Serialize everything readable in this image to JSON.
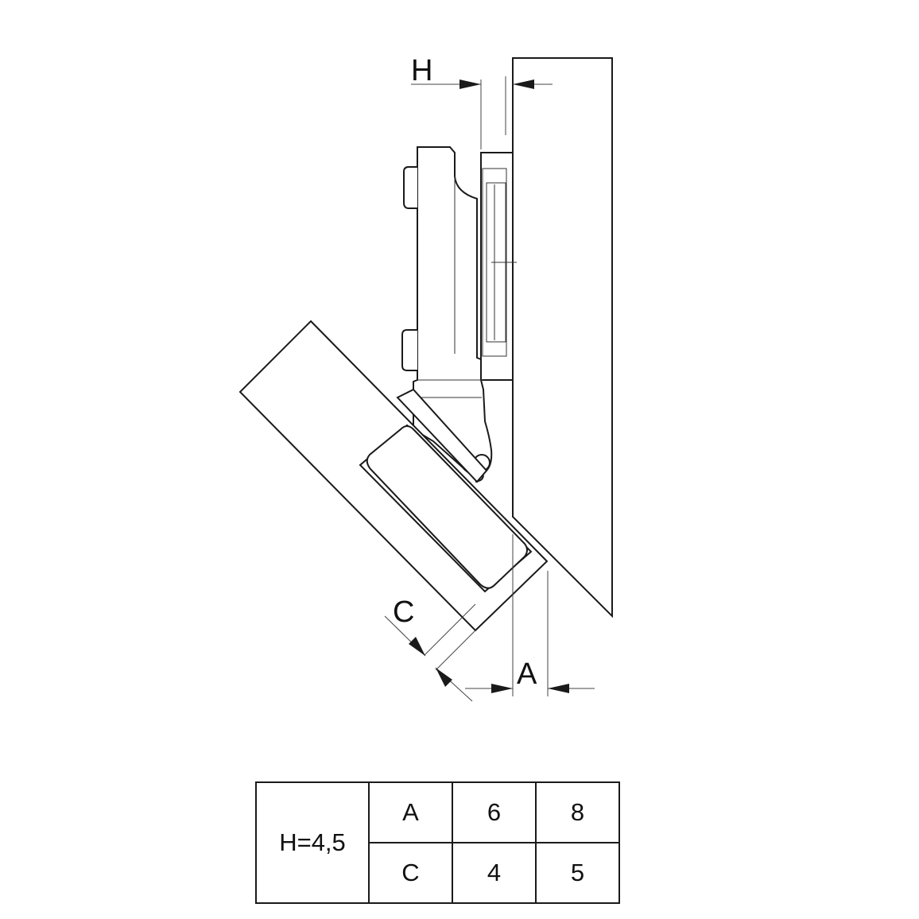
{
  "diagram": {
    "labels": {
      "h": "H",
      "a": "A",
      "c": "C"
    }
  },
  "table": {
    "h_value": "H=4,5",
    "rows": [
      {
        "param": "A",
        "values": [
          "6",
          "8"
        ]
      },
      {
        "param": "C",
        "values": [
          "4",
          "5"
        ]
      }
    ]
  },
  "colors": {
    "line": "#1a1a1a",
    "background": "#ffffff"
  }
}
